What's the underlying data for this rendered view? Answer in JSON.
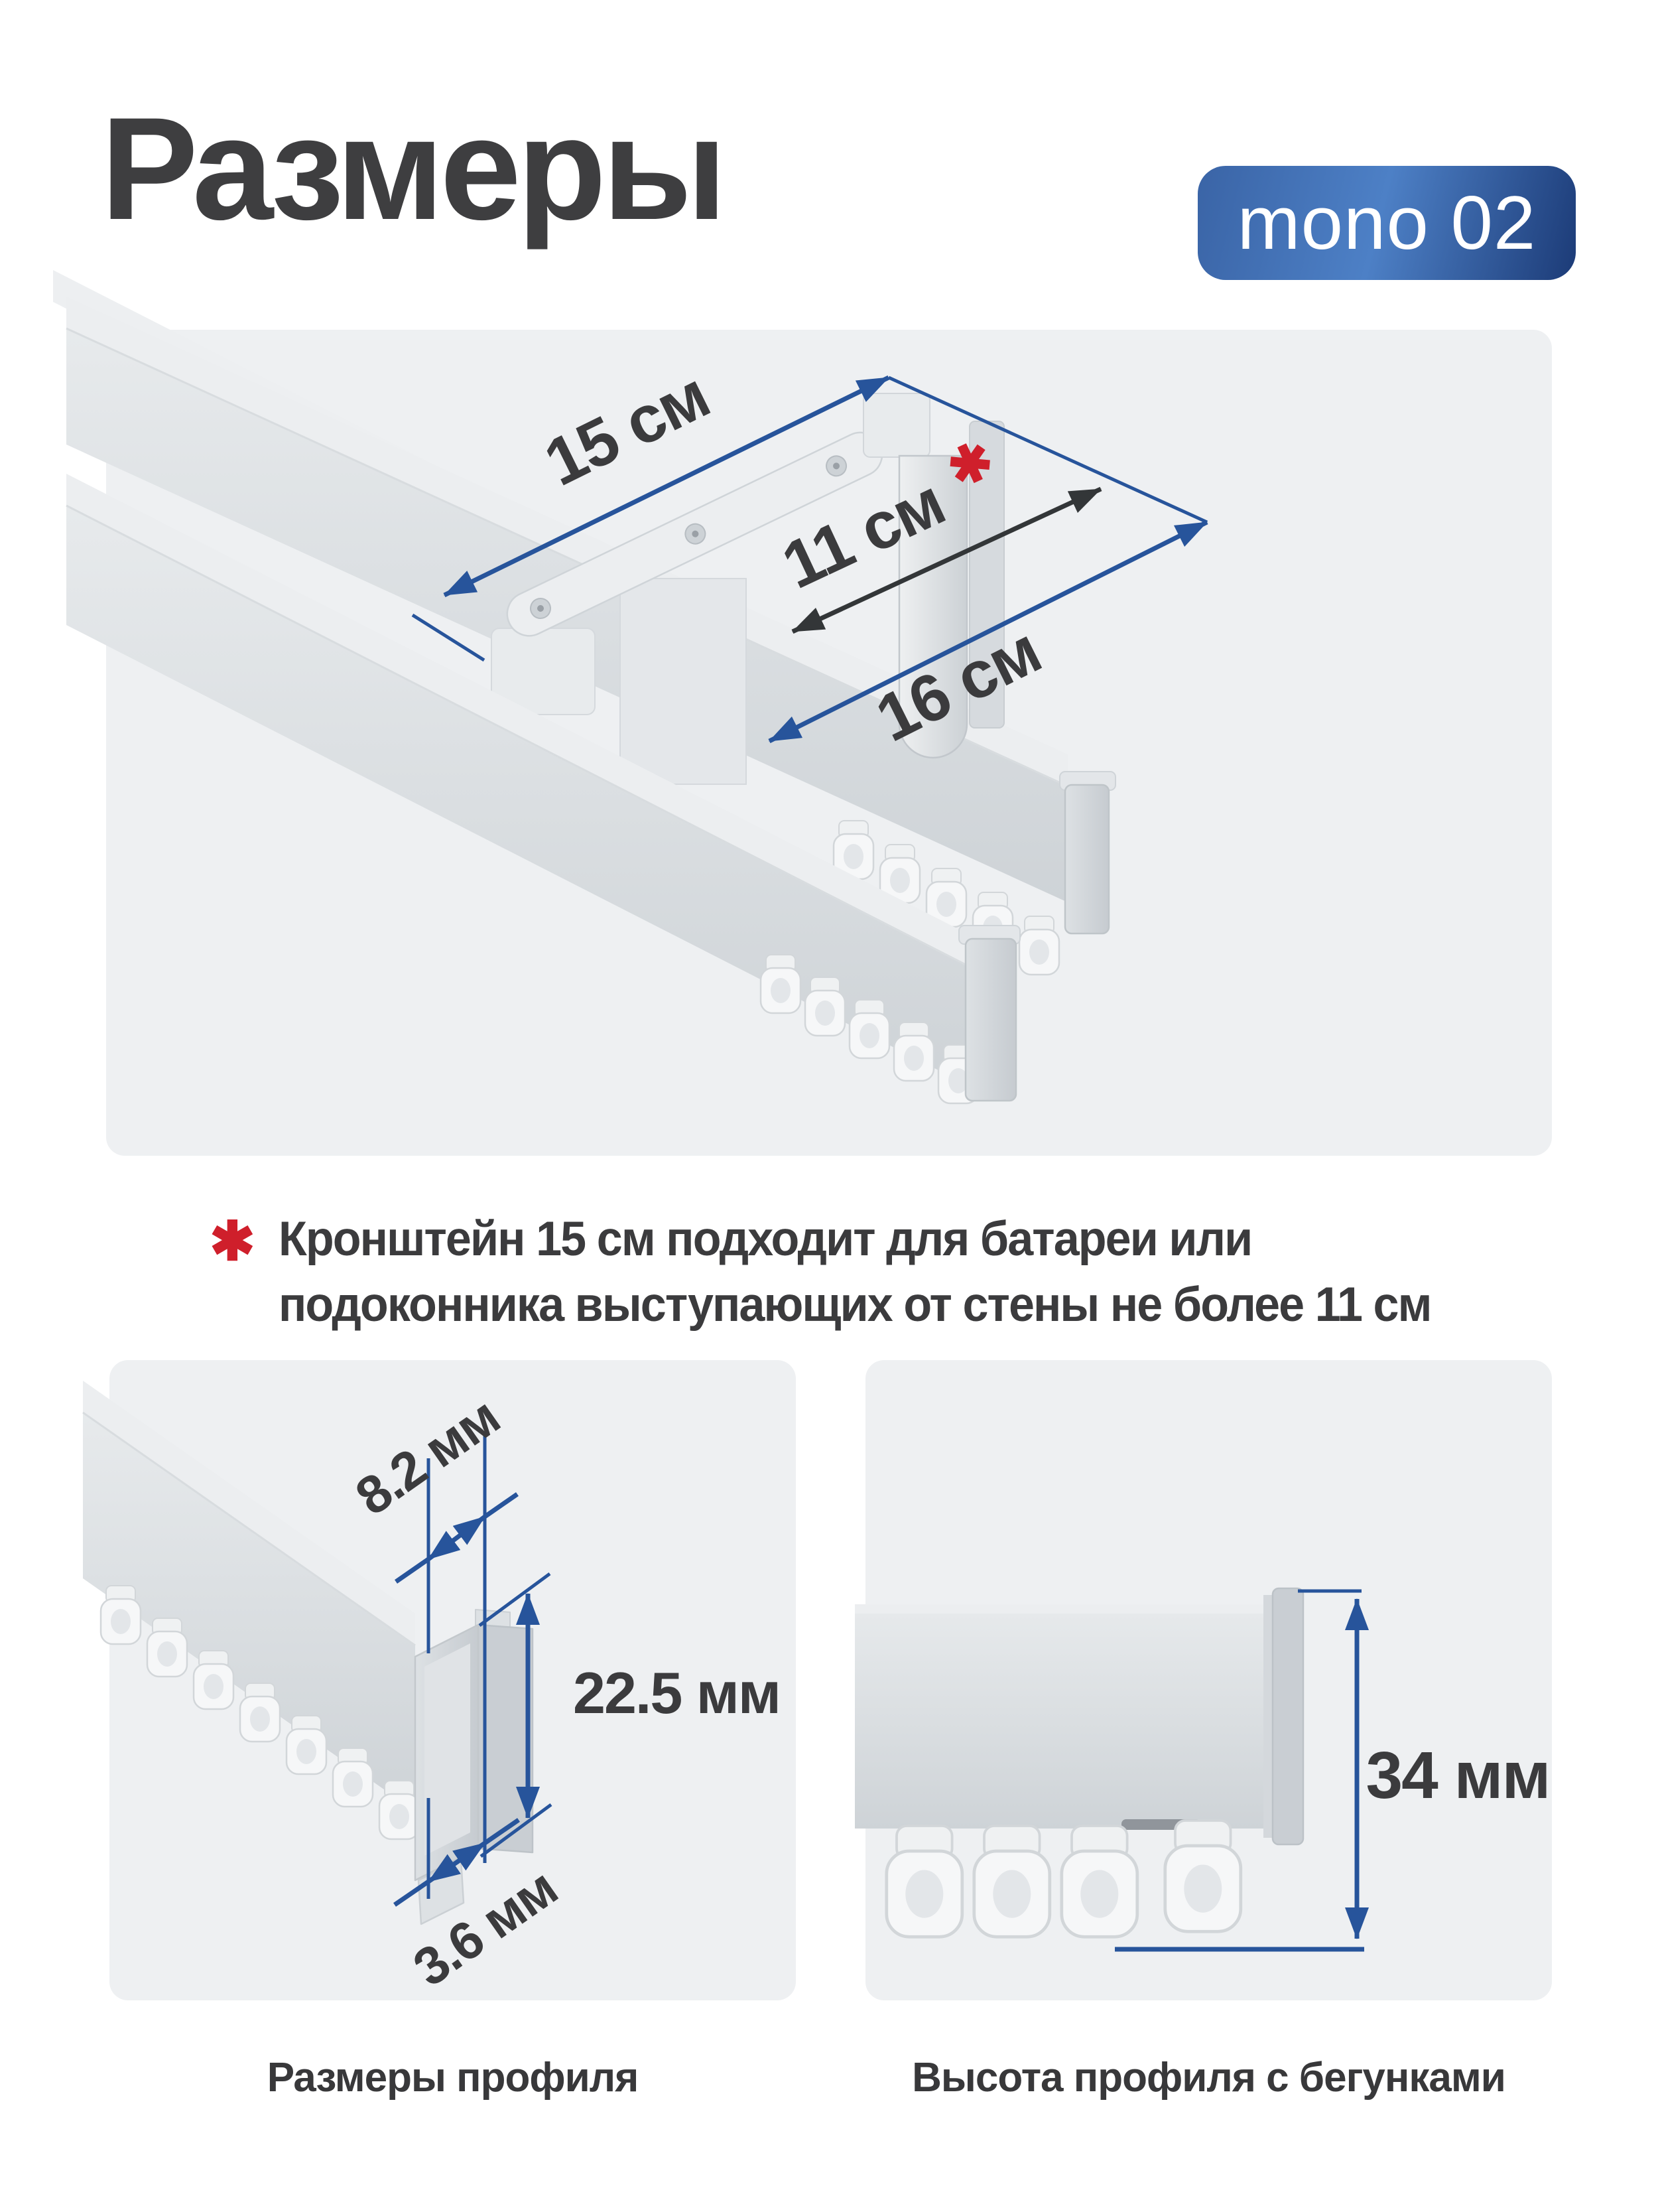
{
  "header": {
    "title": "Размеры",
    "badge": "mono 02"
  },
  "main_panel": {
    "dims": {
      "bracket": "15 см",
      "clearance": "11 см",
      "clearance_mark": "✱",
      "total": "16 см"
    }
  },
  "note": {
    "mark": "✱",
    "line1": "Кронштейн 15 см подходит для батареи или",
    "line2": "подоконника выступающих от стены не более 11 см"
  },
  "profile_panel": {
    "dims": {
      "width": "8.2 мм",
      "height": "22.5 мм",
      "lip": "3.6 мм"
    },
    "caption": "Размеры профиля"
  },
  "height_panel": {
    "dims": {
      "height": "34 мм"
    },
    "caption": "Высота профиля с бегунками"
  },
  "colors": {
    "accent_blue": "#27549b",
    "dark_text": "#3b3b3d",
    "red_mark": "#cf1f2b",
    "panel_bg": "#eef0f2",
    "badge_gradient_start": "#4d80c6",
    "badge_gradient_end": "#1c3b77"
  }
}
